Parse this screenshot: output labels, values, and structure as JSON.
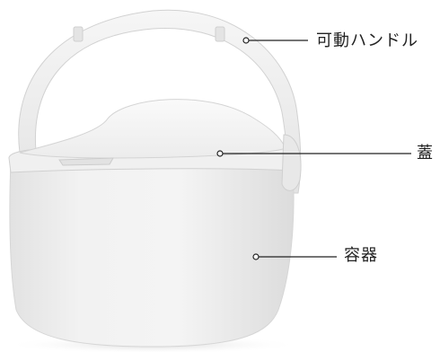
{
  "labels": {
    "handle": "可動ハンドル",
    "lid": "蓋",
    "container": "容器"
  },
  "colors": {
    "background": "#ffffff",
    "product": "#eeeeee",
    "line": "#222222"
  }
}
